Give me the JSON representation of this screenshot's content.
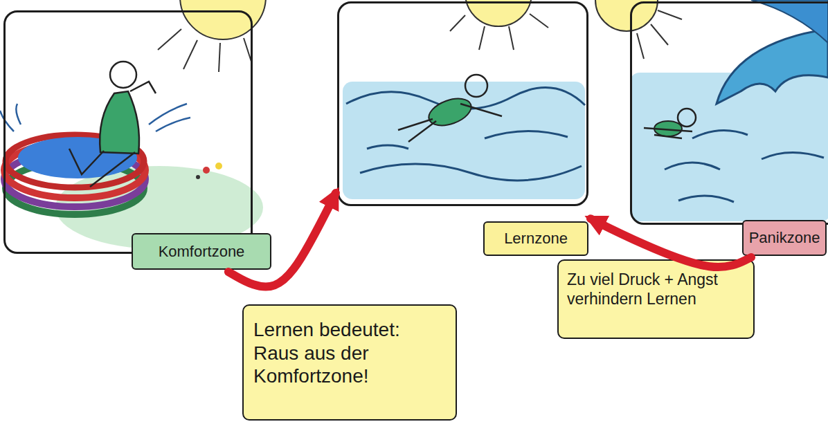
{
  "diagram": {
    "nodes": [
      {
        "text": [
          "Komfortzone"
        ]
      },
      {
        "text": [
          "Lernzone"
        ]
      },
      {
        "text": [
          "Panikzone"
        ]
      },
      {
        "text": [
          "Lernen bedeutet: Raus aus der Komfortzone!"
        ]
      },
      {
        "text": [
          "Zu viel Druck + Angst verhindern Lernen"
        ]
      }
    ],
    "edges": [
      {
        "from": 0,
        "to": 1,
        "arrow": "to"
      },
      {
        "from": 2,
        "to": 1,
        "arrow": "to"
      }
    ]
  }
}
